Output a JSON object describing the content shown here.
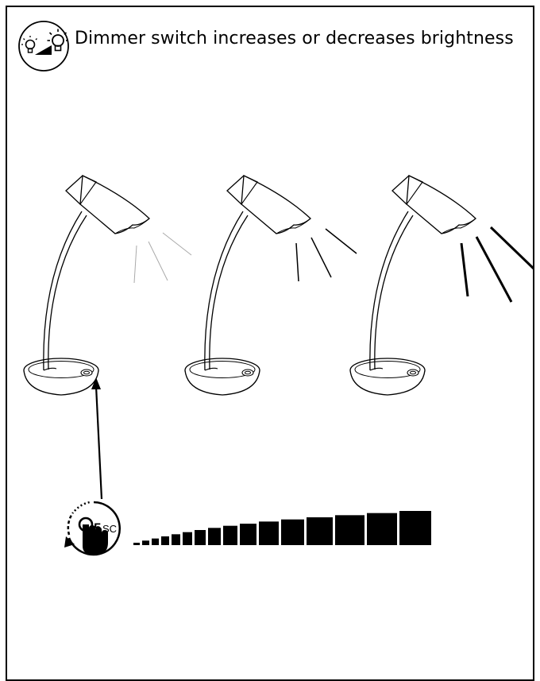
{
  "header": {
    "caption": "Dimmer switch increases or decreases brightness",
    "icon": "dimmer-bulbs-icon"
  },
  "timer": {
    "value": "5",
    "unit": "SC",
    "icon": "touch-hold-icon"
  },
  "lamps": [
    {
      "name": "lamp-low",
      "brightness": "low"
    },
    {
      "name": "lamp-medium",
      "brightness": "medium"
    },
    {
      "name": "lamp-high",
      "brightness": "high"
    }
  ],
  "brightness_bar": {
    "levels": 16
  }
}
